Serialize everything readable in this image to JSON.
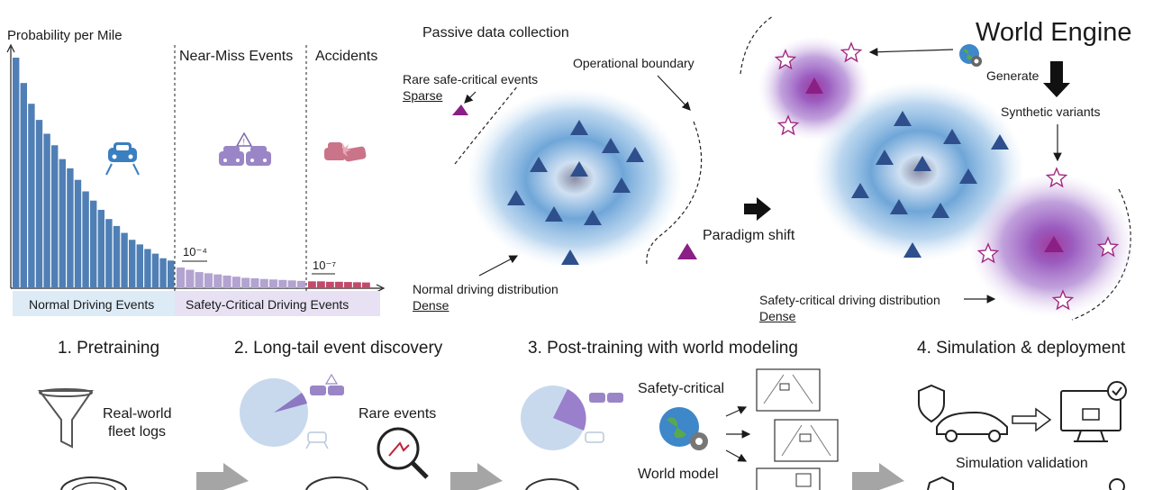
{
  "chart": {
    "ylabel": "Probability per Mile",
    "regions": {
      "near_miss": "Near-Miss Events",
      "accidents": "Accidents"
    },
    "marker_near_miss": "10⁻⁴",
    "marker_accidents": "10⁻⁷",
    "band_normal": "Normal Driving Events",
    "band_safety": "Safety-Critical Driving Events"
  },
  "chart_data": {
    "type": "bar",
    "ylabel": "Probability per Mile",
    "series": [
      {
        "name": "Normal Driving Events",
        "values": [
          1.0,
          0.89,
          0.8,
          0.73,
          0.67,
          0.62,
          0.56,
          0.52,
          0.47,
          0.42,
          0.38,
          0.34,
          0.3,
          0.27,
          0.24,
          0.21,
          0.19,
          0.17,
          0.15,
          0.13,
          0.12
        ]
      },
      {
        "name": "Near-Miss Events",
        "values": [
          0.09,
          0.08,
          0.07,
          0.065,
          0.06,
          0.055,
          0.05,
          0.045,
          0.043,
          0.04,
          0.038,
          0.036,
          0.034,
          0.032
        ]
      },
      {
        "name": "Accidents",
        "values": [
          0.03,
          0.03,
          0.028,
          0.028,
          0.027,
          0.026,
          0.025
        ]
      }
    ]
  },
  "middle": {
    "title": "Passive data collection",
    "rare_label": "Rare safe-critical events",
    "rare_sub": "Sparse",
    "boundary": "Operational boundary",
    "normal_dist": "Normal driving distribution",
    "normal_sub": "Dense",
    "paradigm": "Paradigm shift"
  },
  "right": {
    "title": "World Engine",
    "generate": "Generate",
    "synthetic": "Synthetic variants",
    "safety_dist": "Safety-critical driving distribution",
    "safety_sub": "Dense"
  },
  "steps": [
    {
      "label": "1. Pretraining"
    },
    {
      "label": "2. Long-tail event discovery"
    },
    {
      "label": "3. Post-training with world modeling"
    },
    {
      "label": "4. Simulation & deployment"
    }
  ],
  "bottom": {
    "fleet_logs_1": "Real-world",
    "fleet_logs_2": "fleet logs",
    "rare_events": "Rare events",
    "safety_critical": "Safety-critical",
    "world_model": "World model",
    "sim_validation": "Simulation validation"
  },
  "colors": {
    "normal_bar": "#4f7fb5",
    "near_miss_bar": "#b3a3d0",
    "accident_bar": "#c24a6a",
    "band_normal": "#dcebf6",
    "band_safety": "#e7e1f3",
    "triangle_blue": "#2e4f8c",
    "triangle_purple": "#8a1f86",
    "arrow_gray": "#a5a5a5"
  }
}
